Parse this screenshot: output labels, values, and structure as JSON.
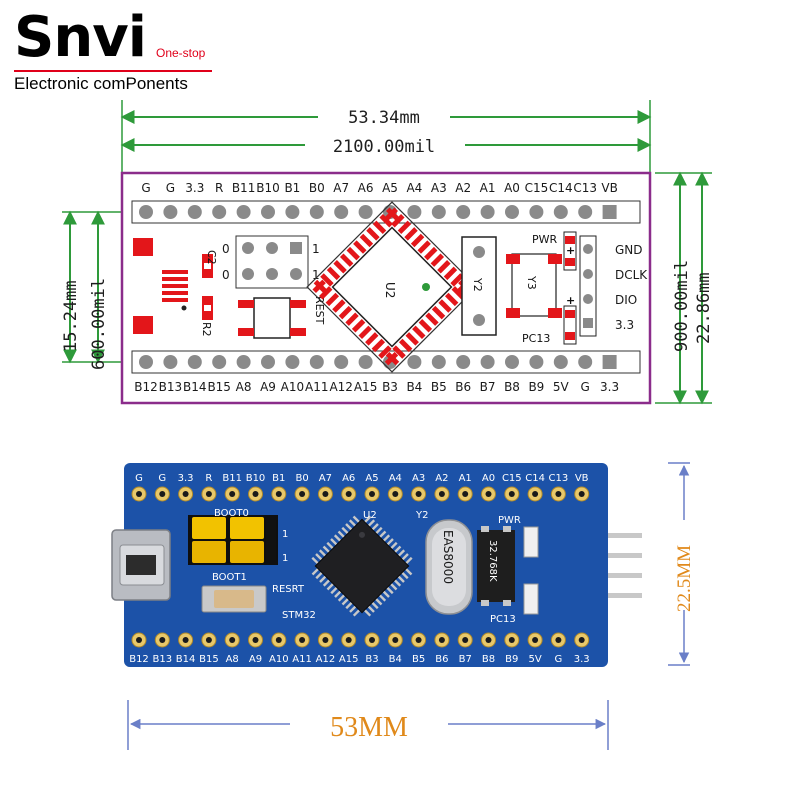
{
  "brand": {
    "name": "Snvi",
    "tagline": "One-stop",
    "subtitle": "Electronic comPonents"
  },
  "drawing": {
    "width_mm": "53.34mm",
    "width_mil": "2100.00mil",
    "pin_spacing_mm": "15.24mm",
    "pin_spacing_mil": "600.00mil",
    "height_mil": "900.00mil",
    "height_mm": "22.86mm",
    "top_pins": [
      "G",
      "G",
      "3.3",
      "R",
      "B11",
      "B10",
      "B1",
      "B0",
      "A7",
      "A6",
      "A5",
      "A4",
      "A3",
      "A2",
      "A1",
      "A0",
      "C15",
      "C14",
      "C13",
      "VB"
    ],
    "bottom_pins": [
      "B12",
      "B13",
      "B14",
      "B15",
      "A8",
      "A9",
      "A10",
      "A11",
      "A12",
      "A15",
      "B3",
      "B4",
      "B5",
      "B6",
      "B7",
      "B8",
      "B9",
      "5V",
      "G",
      "3.3"
    ],
    "side_pins": [
      "GND",
      "DCLK",
      "DIO",
      "3.3"
    ],
    "labels": {
      "c2": "C2",
      "r2": "R2",
      "reset": "REST",
      "u2": "U2",
      "y2": "Y2",
      "y3": "Y3",
      "pwr": "PWR",
      "pc13": "PC13",
      "jumper_0a": "0",
      "jumper_0b": "0",
      "jumper_1a": "1",
      "jumper_1b": "1"
    }
  },
  "photo": {
    "top_pins": [
      "G",
      "G",
      "3.3",
      "R",
      "B11",
      "B10",
      "B1",
      "B0",
      "A7",
      "A6",
      "A5",
      "A4",
      "A3",
      "A2",
      "A1",
      "A0",
      "C15",
      "C14",
      "C13",
      "VB"
    ],
    "bottom_pins": [
      "B12",
      "B13",
      "B14",
      "B15",
      "A8",
      "A9",
      "A10",
      "A11",
      "A12",
      "A15",
      "B3",
      "B4",
      "B5",
      "B6",
      "B7",
      "B8",
      "B9",
      "5V",
      "G",
      "3.3"
    ],
    "labels": {
      "boot0": "BOOT0",
      "boot1": "BOOT1",
      "reset": "RESRT",
      "stm32": "STM32",
      "u2": "U2",
      "y2": "Y2",
      "pwr": "PWR",
      "pc13": "PC13",
      "crystal": "EAS8000",
      "osc": "32.768K",
      "jp1": "1",
      "jp2": "1"
    },
    "height_dim": "22.5MM",
    "width_dim": "53MM"
  },
  "colors": {
    "outline": "#8b2c8b",
    "dim_line": "#2e9a3a",
    "pcb_blue": "#1c52a8",
    "pad_red": "#e3161a",
    "dim_orange": "#e0891a"
  }
}
